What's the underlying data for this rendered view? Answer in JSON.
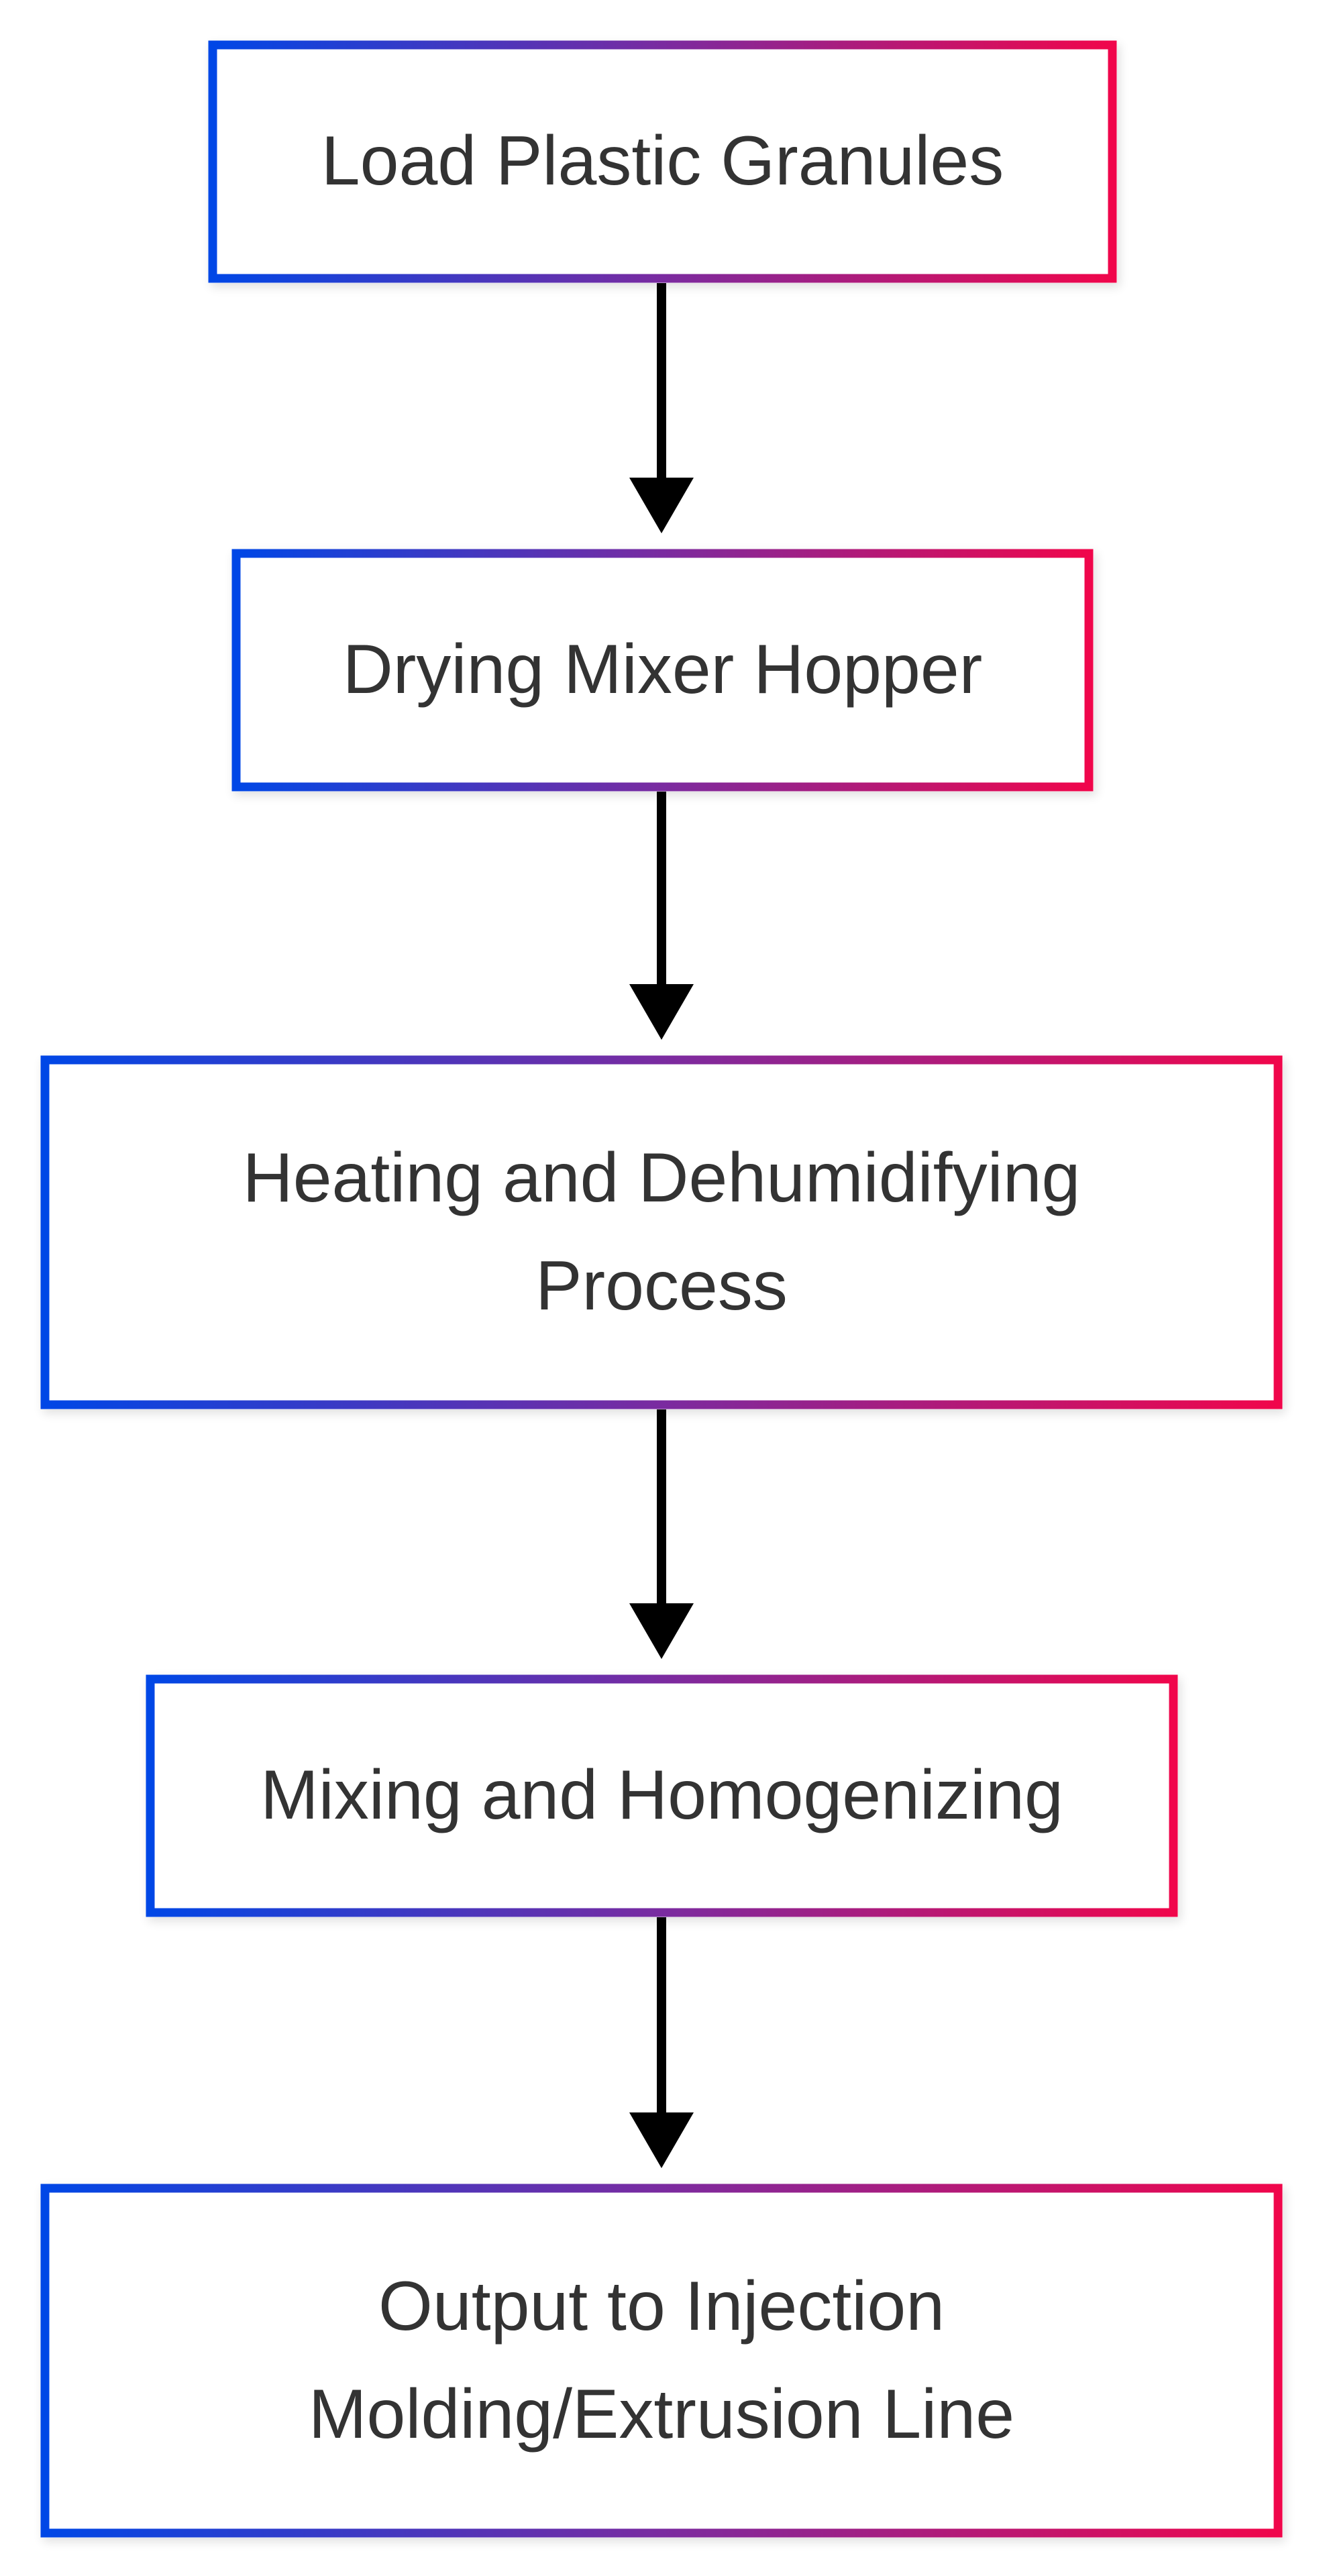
{
  "diagram": {
    "type": "flowchart",
    "direction": "top-to-bottom",
    "colors": {
      "border_gradient_start": "#0047E6",
      "border_gradient_mid": "#7A2BA0",
      "border_gradient_end": "#F0064B",
      "text": "#333333",
      "arrow": "#000000",
      "node_fill": "#FFFFFF"
    },
    "nodes": [
      {
        "id": "n1",
        "label": "Load Plastic Granules"
      },
      {
        "id": "n2",
        "label": "Drying Mixer Hopper"
      },
      {
        "id": "n3",
        "label": "Heating and Dehumidifying Process"
      },
      {
        "id": "n4",
        "label": "Mixing and Homogenizing"
      },
      {
        "id": "n5",
        "label": "Output to Injection Molding/Extrusion Line"
      }
    ],
    "edges": [
      {
        "from": "n1",
        "to": "n2"
      },
      {
        "from": "n2",
        "to": "n3"
      },
      {
        "from": "n3",
        "to": "n4"
      },
      {
        "from": "n4",
        "to": "n5"
      }
    ]
  }
}
